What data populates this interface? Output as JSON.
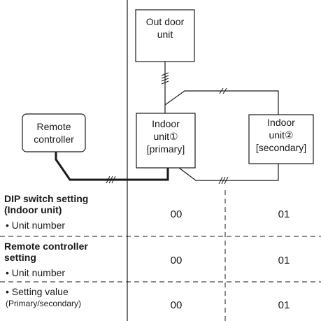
{
  "boxes": {
    "outdoor": {
      "label_line1": "Out door",
      "label_line2": "unit"
    },
    "remote": {
      "label_line1": "Remote",
      "label_line2": "controller"
    },
    "indoor1": {
      "label_line1": "Indoor",
      "label_line2": "unit①",
      "label_line3": "[primary]"
    },
    "indoor2": {
      "label_line1": "Indoor",
      "label_line2": "unit②",
      "label_line3": "[secondary]"
    }
  },
  "table": {
    "dip": {
      "heading_line1": "DIP switch setting",
      "heading_line2": "(Indoor unit)",
      "item": "Unit number",
      "unit1": "00",
      "unit2": "01"
    },
    "remote": {
      "heading_line1": "Remote controller",
      "heading_line2": "setting",
      "item": "Unit number",
      "unit1": "00",
      "unit2": "01"
    },
    "setting": {
      "item_line1": "Setting value",
      "item_line2": "(Primary/secondary)",
      "unit1": "00",
      "unit2": "01"
    }
  }
}
